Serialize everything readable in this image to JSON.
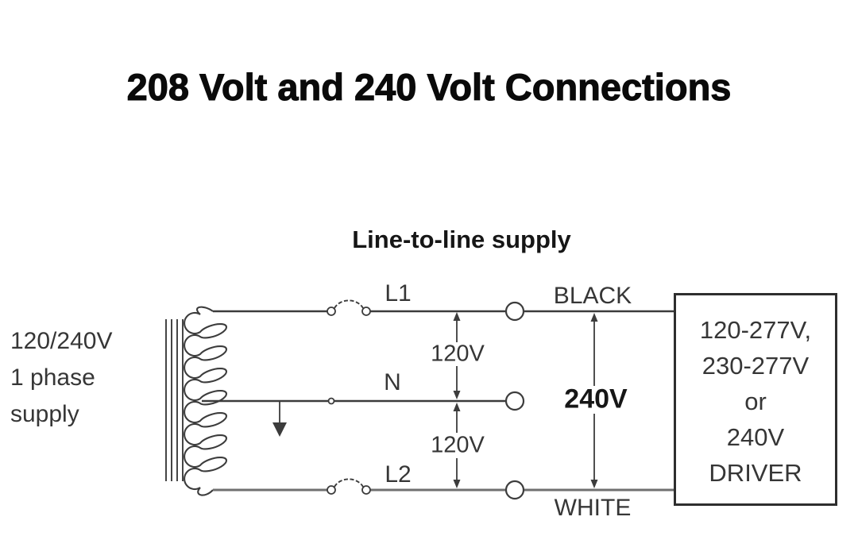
{
  "title": "208 Volt and 240 Volt Connections",
  "diagram": {
    "subtitle": "Line-to-line supply",
    "supply": {
      "line1": "120/240V",
      "line2": "1 phase",
      "line3": "supply"
    },
    "labels": {
      "l1": "L1",
      "neutral": "N",
      "l2": "L2",
      "black": "BLACK",
      "white": "WHITE",
      "v120_top": "120V",
      "v120_bottom": "120V",
      "v240": "240V"
    },
    "driver_box": {
      "lines": [
        "120-277V,",
        "230-277V",
        "or",
        "240V",
        "DRIVER"
      ]
    },
    "colors": {
      "title": "#0a0a0a",
      "ink": "#363636",
      "ink_strong": "#161616",
      "wire": "#3c3c3c",
      "wire_gray": "#707070",
      "box_border": "#2e2e2e"
    }
  }
}
